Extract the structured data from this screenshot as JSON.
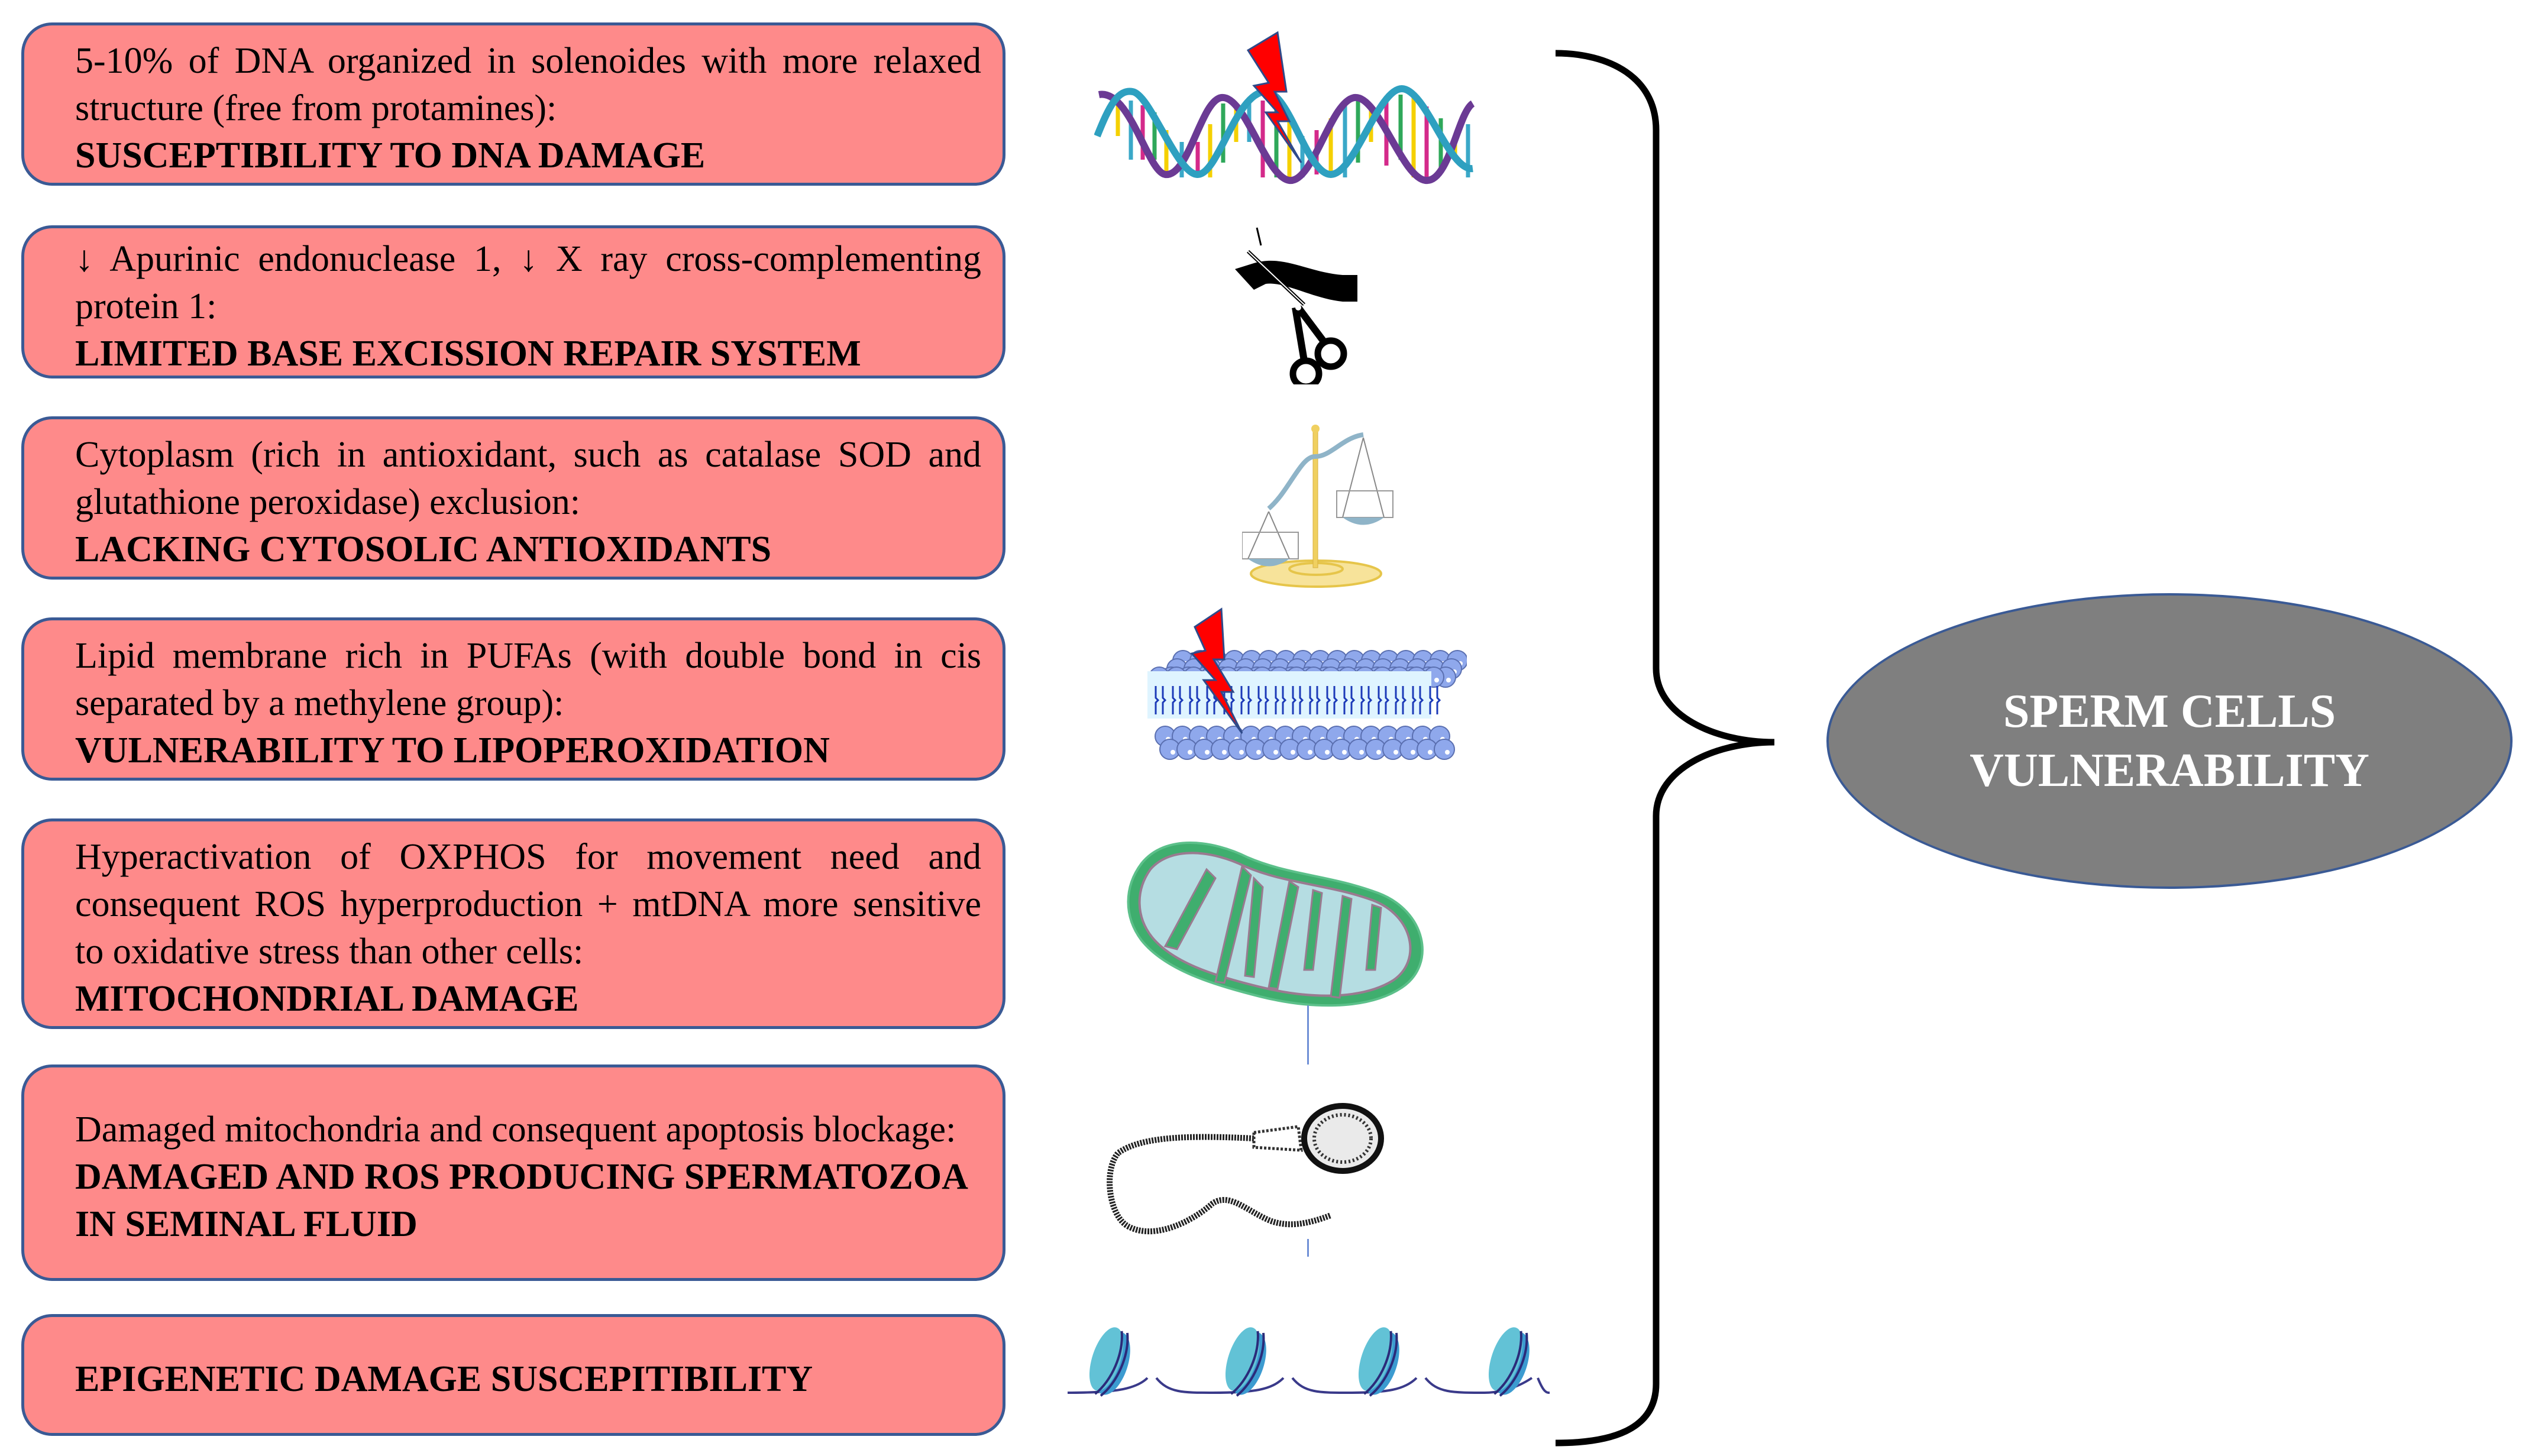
{
  "diagram": {
    "boxes": [
      {
        "description": "5-10% of DNA organized in solenoides with more relaxed structure (free from protamines):",
        "title": "SUSCEPTIBILITY TO DNA DAMAGE",
        "icon": "dna-damage-icon"
      },
      {
        "description": "↓ Apurinic endonuclease 1, ↓ X ray cross-complementing protein 1:",
        "title": "LIMITED BASE EXCISSION REPAIR SYSTEM",
        "icon": "scissors-cutting-icon"
      },
      {
        "description": "Cytoplasm (rich in antioxidant, such as catalase SOD and glutathione peroxidase) exclusion:",
        "title": "LACKING CYTOSOLIC ANTIOXIDANTS",
        "icon": "balance-scale-icon"
      },
      {
        "description": "Lipid membrane rich in PUFAs (with double bond in cis separated by a methylene group):",
        "title": "VULNERABILITY TO LIPOPEROXIDATION",
        "icon": "lipid-bilayer-damage-icon"
      },
      {
        "description": "Hyperactivation of OXPHOS for movement need and consequent ROS hyperproduction + mtDNA more sensitive to oxidative stress than other cells:",
        "title": "MITOCHONDRIAL DAMAGE",
        "icon": "mitochondrion-icon"
      },
      {
        "description": "Damaged mitochondria and consequent apoptosis blockage:",
        "title": "DAMAGED AND ROS PRODUCING SPERMATOZOA IN SEMINAL FLUID",
        "icon": "spermatozoon-icon"
      },
      {
        "description": "",
        "title": "EPIGENETIC DAMAGE SUSCEPITIBILITY",
        "icon": "nucleosome-chromatin-icon"
      }
    ],
    "result": {
      "line1": "SPERM CELLS",
      "line2": "VULNERABILITY"
    },
    "colors": {
      "box_fill": "#fe8a8a",
      "box_border": "#3a5a95",
      "result_fill": "#7f7f7f",
      "result_text": "#ffffff",
      "lightning": "#ff0000"
    }
  }
}
